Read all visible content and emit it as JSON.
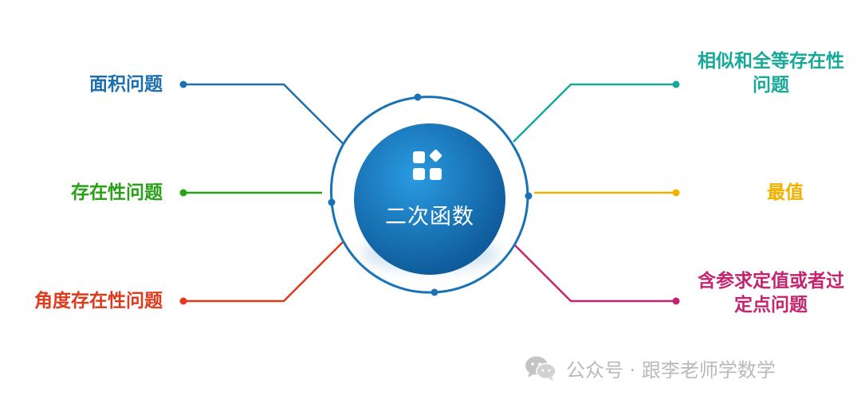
{
  "center": {
    "title": "二次函数",
    "icon": "apps-grid-icon",
    "gradient": [
      "#1f8fd6",
      "#0f5e9e"
    ]
  },
  "branches": {
    "left_top": {
      "label": "面积问题",
      "color": "#1e6fae"
    },
    "left_mid": {
      "label": "存在性问题",
      "color": "#27a116"
    },
    "left_bot": {
      "label": "角度存在性问题",
      "color": "#e03a1e"
    },
    "right_top": {
      "line1": "相似和全等存在性",
      "line2": "问题",
      "color": "#17a89a"
    },
    "right_mid": {
      "label": "最值",
      "color": "#f1b100"
    },
    "right_bot": {
      "line1": "含参求定值或者过",
      "line2": "定点问题",
      "color": "#c2256f"
    }
  },
  "ring_color": "#1873b6",
  "watermark": {
    "icon": "wechat-icon",
    "text": "公众号 · 跟李老师学数学"
  }
}
